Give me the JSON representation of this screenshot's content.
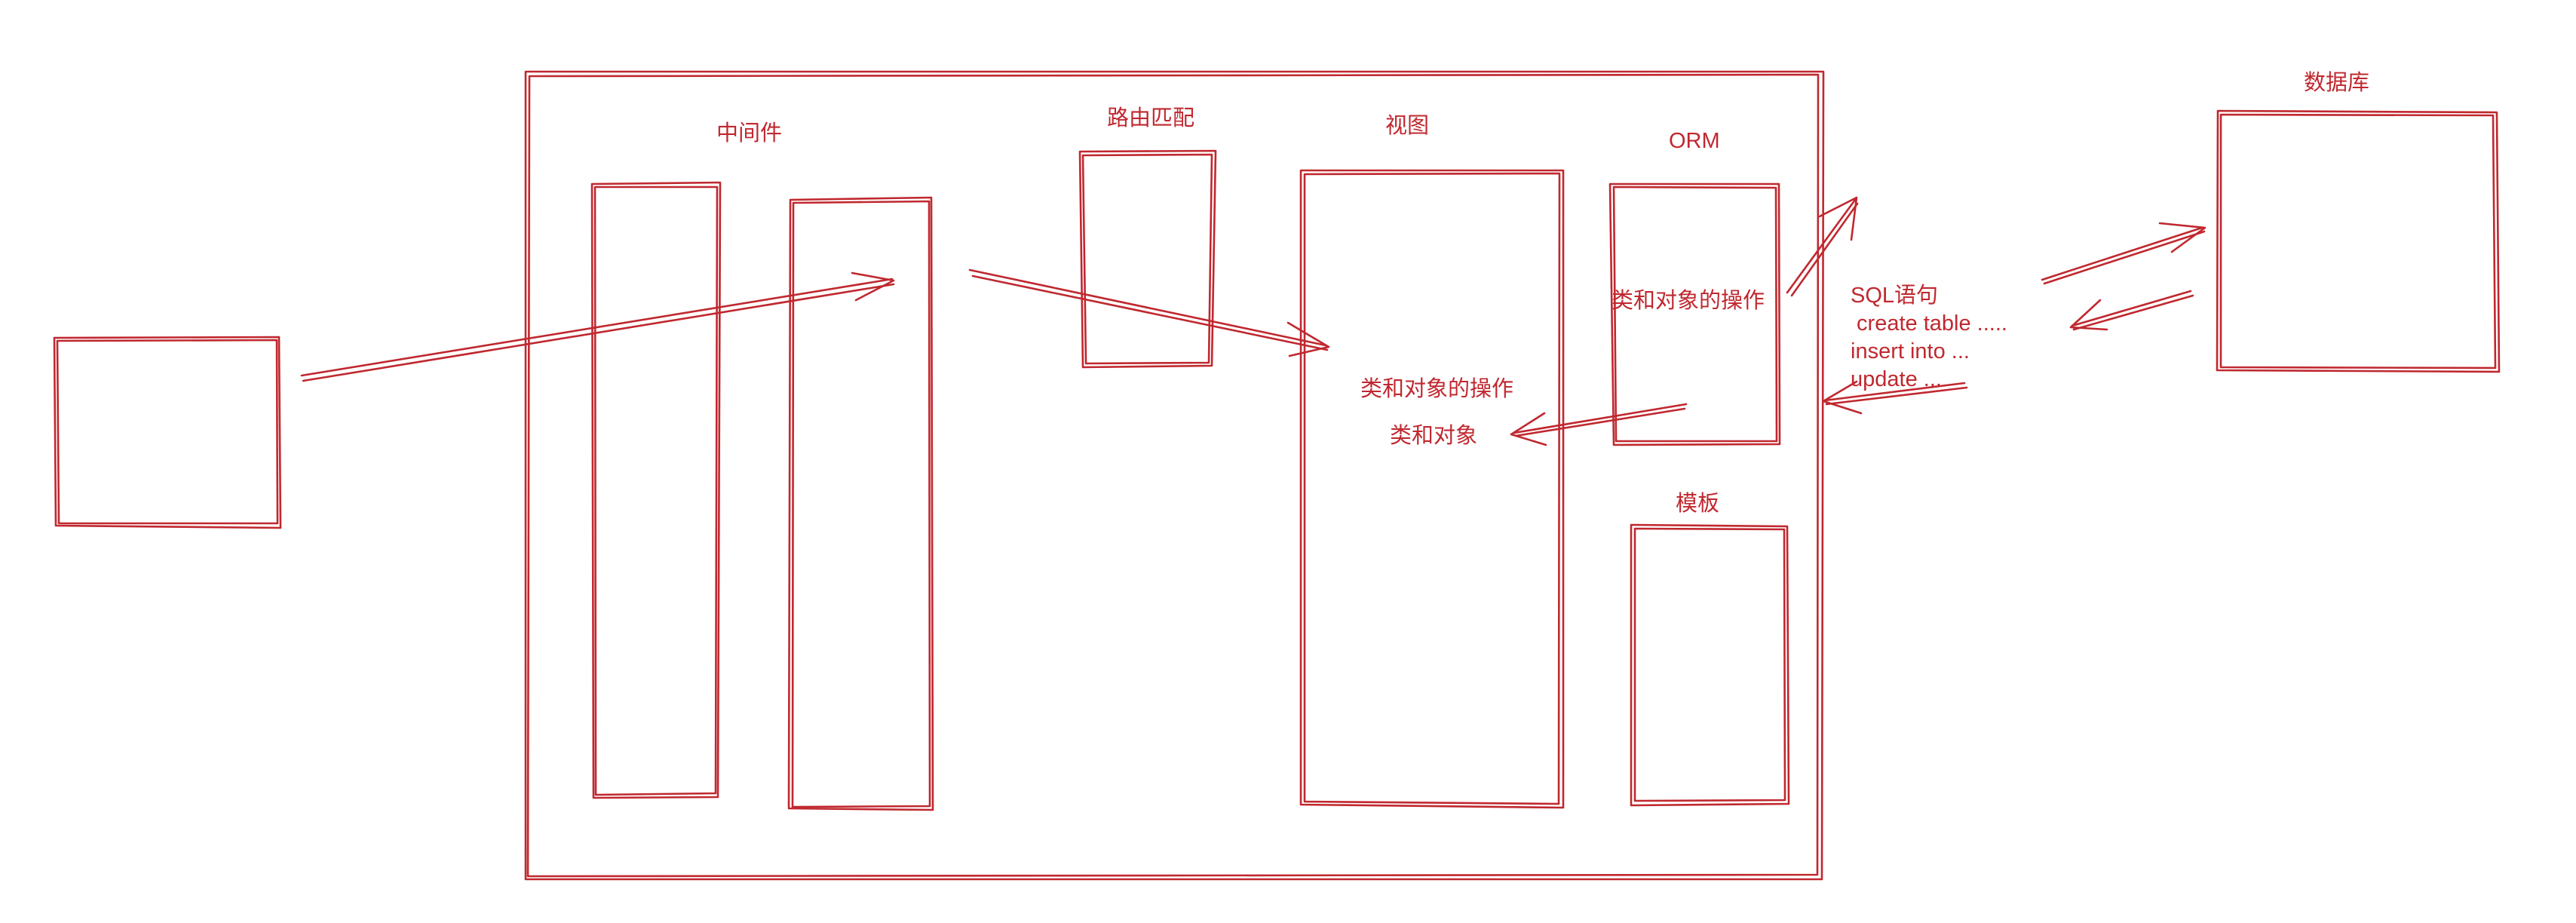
{
  "labels": {
    "middleware": "中间件",
    "route_match": "路由匹配",
    "view": "视图",
    "orm": "ORM",
    "orm_ops": "类和对象的操作",
    "view_ops": "类和对象的操作",
    "view_objects": "类和对象",
    "template": "模板",
    "database": "数据库"
  },
  "sql": {
    "title": "SQL语句",
    "line1": " create table .....",
    "line2": "insert into ...",
    "line3": "update ..."
  },
  "colors": {
    "ink": "#c0282f",
    "background": "#ffffff"
  }
}
